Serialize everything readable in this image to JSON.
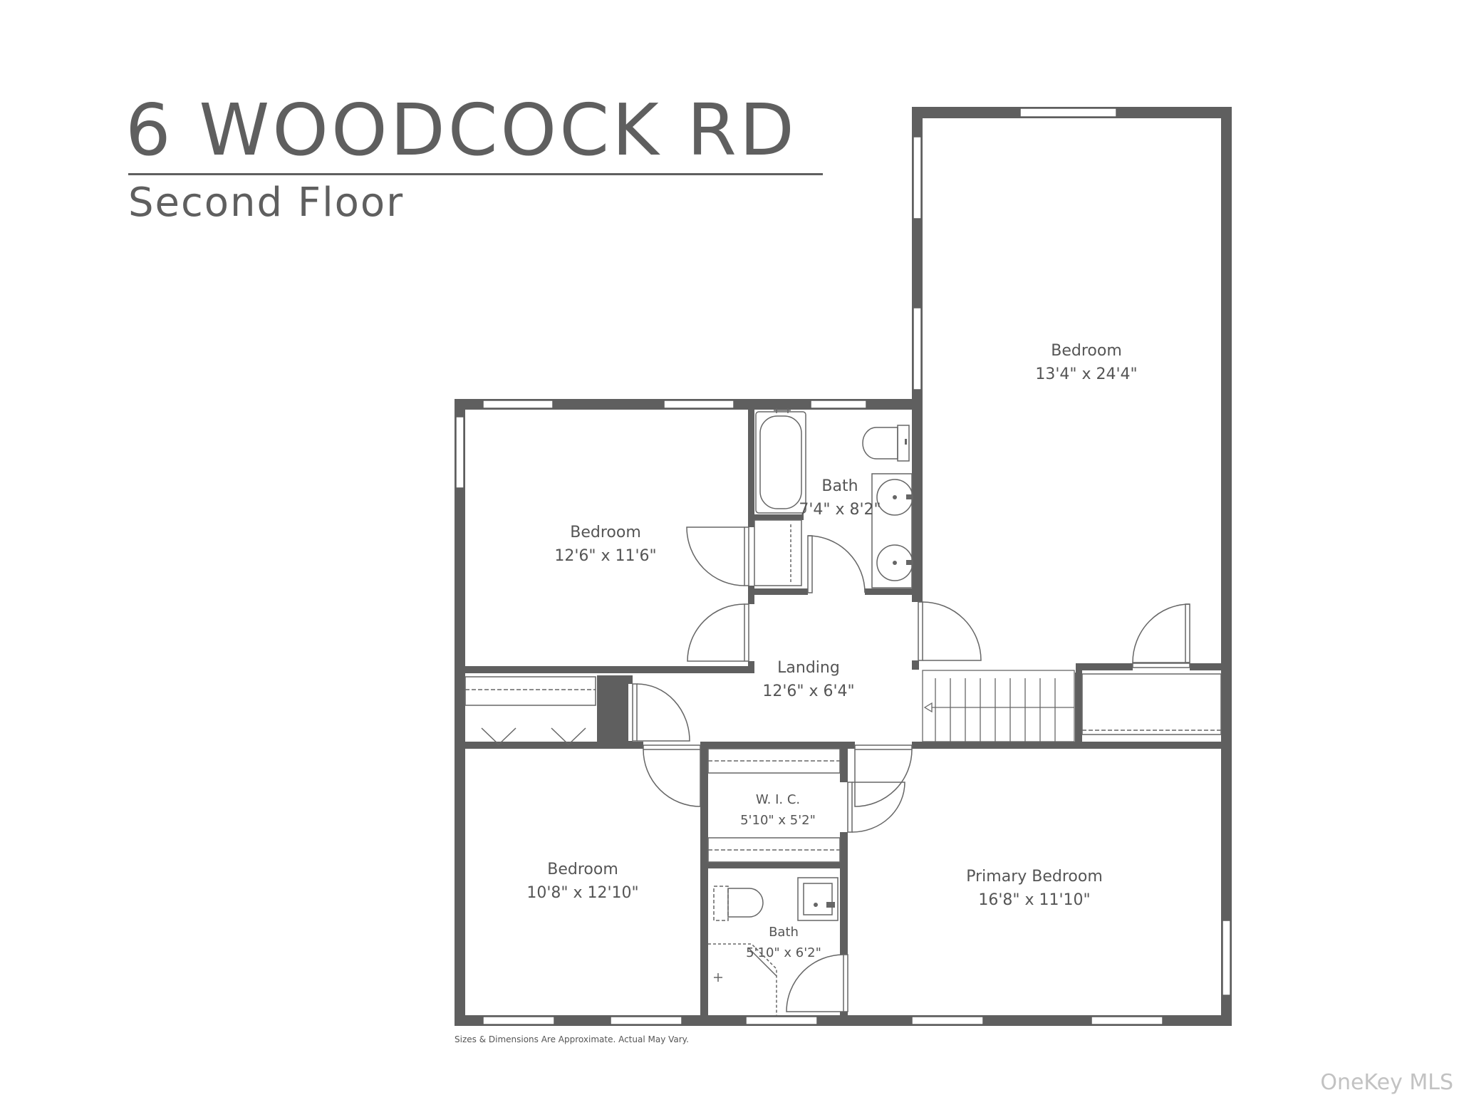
{
  "header": {
    "title": "6 WOODCOCK RD",
    "subtitle": "Second Floor"
  },
  "rooms": [
    {
      "name": "Bedroom",
      "dims": "13'4\" x 24'4\""
    },
    {
      "name": "Bedroom",
      "dims": "12'6\" x 11'6\""
    },
    {
      "name": "Bath",
      "dims": "7'4\" x 8'2\""
    },
    {
      "name": "Landing",
      "dims": "12'6\" x 6'4\""
    },
    {
      "name": "W. I. C.",
      "dims": "5'10\" x 5'2\""
    },
    {
      "name": "Bedroom",
      "dims": "10'8\" x 12'10\""
    },
    {
      "name": "Bath",
      "dims": "5'10\" x 6'2\""
    },
    {
      "name": "Primary Bedroom",
      "dims": "16'8\" x 11'10\""
    }
  ],
  "footer": {
    "disclaimer": "Sizes & Dimensions Are Approximate. Actual May Vary.",
    "watermark": "OneKey MLS"
  },
  "colors": {
    "wall": "#5f5f5f",
    "text": "#555555",
    "fixture": "#666666"
  }
}
